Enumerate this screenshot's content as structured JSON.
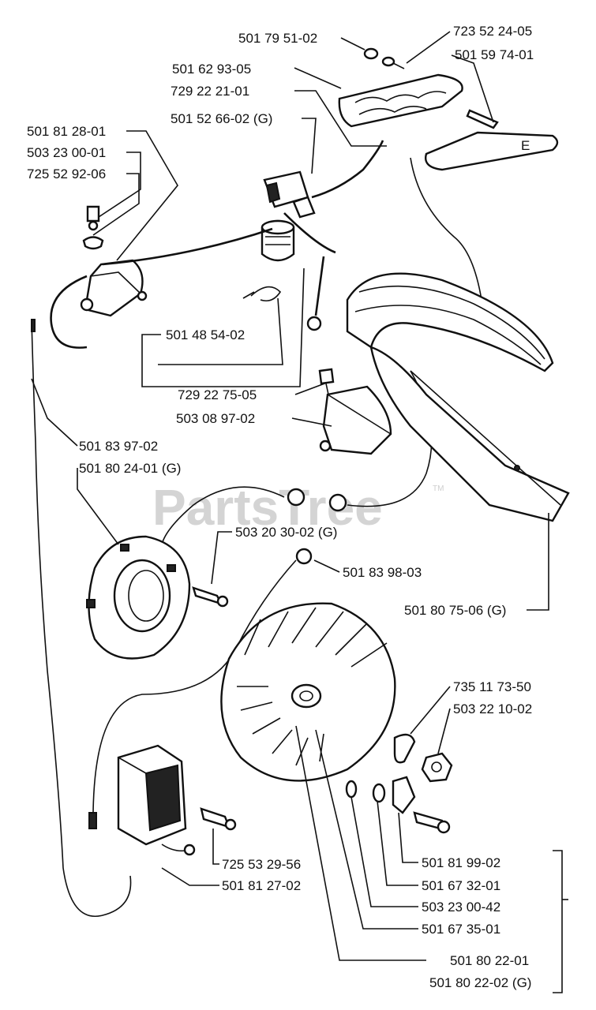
{
  "watermark": {
    "text": "PartsTree",
    "tm": "TM"
  },
  "labels": [
    "501 79 51-02",
    "723 52 24-05",
    "501 59 74-01",
    "501 62 93-05",
    "729 22 21-01",
    "501 52 66-02 (G)",
    "501 81 28-01",
    "503 23 00-01",
    "725 52 92-06",
    "501 48 54-02",
    "729 22 75-05",
    "503 08 97-02",
    "501 83 97-02",
    "501 80 24-01 (G)",
    "503 20 30-02 (G)",
    "501 83 98-03",
    "501 80 75-06 (G)",
    "735 11 73-50",
    "503 22 10-02",
    "725 53 29-56",
    "501 81 27-02",
    "501 81 99-02",
    "501 67 32-01",
    "503 23 00-42",
    "501 67 35-01",
    "501 80 22-01",
    "501 80 22-02 (G)"
  ]
}
